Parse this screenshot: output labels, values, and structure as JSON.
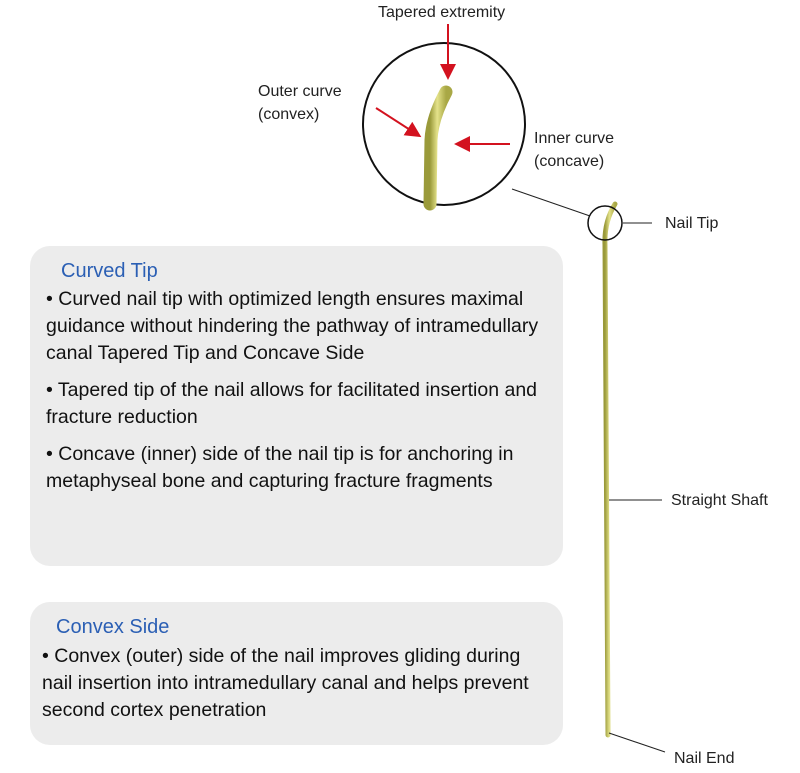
{
  "labels": {
    "tapered": "Tapered extremity",
    "outer": "Outer curve",
    "outer2": "(convex)",
    "inner": "Inner curve",
    "inner2": "(concave)",
    "tip": "Nail Tip",
    "shaft": "Straight Shaft",
    "end": "Nail End"
  },
  "box1": {
    "title": "Curved Tip",
    "bullets": [
      "• Curved nail tip with optimized length ensures maximal guidance without hindering the pathway of intramedullary canal Tapered Tip and Concave Side",
      "• Tapered tip of the nail allows for facilitated insertion and fracture reduction",
      "• Concave (inner) side of the nail tip is for anchoring in metaphyseal bone and capturing fracture fragments"
    ]
  },
  "box2": {
    "title": "Convex Side",
    "bullets": [
      "• Convex (outer) side of the nail improves gliding during nail insertion into intramedullary canal and helps prevent second cortex penetration"
    ]
  },
  "colors": {
    "arrow": "#d3121f",
    "nail": "#c9c65a",
    "title": "#2b5fb4",
    "box": "#ececec"
  }
}
